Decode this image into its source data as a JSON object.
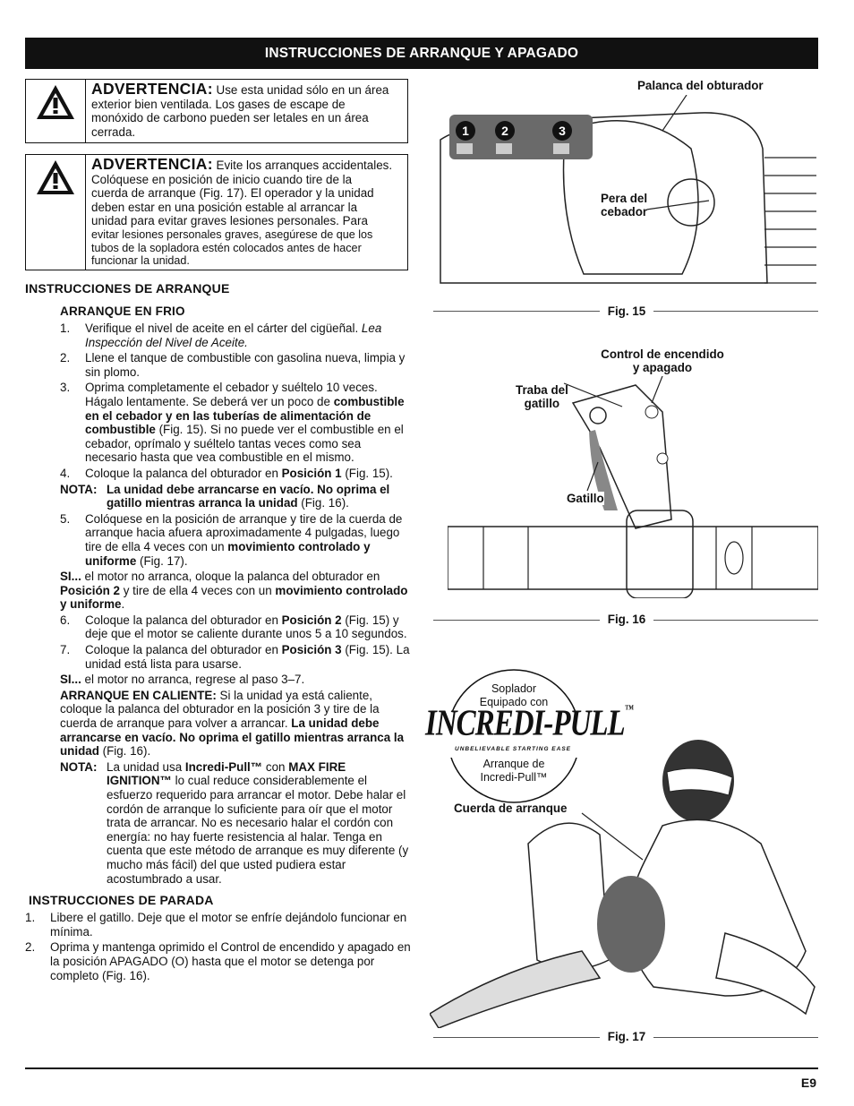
{
  "header": {
    "title": "INSTRUCCIONES DE ARRANQUE Y APAGADO"
  },
  "warning1": {
    "title": "ADVERTENCIA:",
    "text_first": " Use esta unidad sólo en un área",
    "lines": [
      "exterior bien ventilada. Los gases de escape de",
      "monóxido de carbono pueden ser letales en un área",
      "cerrada."
    ]
  },
  "warning2": {
    "title": "ADVERTENCIA:",
    "text_first": " Evite los arranques accidentales.",
    "lines": [
      "Colóquese en posición de inicio cuando tire de la",
      "cuerda de arranque (Fig. 17). El operador y la unidad",
      "deben estar en una posición estable al arrancar la",
      "unidad para evitar graves lesiones personales. Para"
    ],
    "small_lines": [
      "evitar lesiones personales graves, asegúrese de que los",
      "tubos de la sopladora estén colocados antes de hacer",
      "funcionar la unidad."
    ]
  },
  "section_start": {
    "title": "INSTRUCCIONES DE ARRANQUE"
  },
  "cold_start": {
    "title": "ARRANQUE EN FRIO",
    "items": [
      {
        "num": "1.",
        "text": "Verifique el nivel de aceite en el cárter del cigüeñal. ",
        "italic": "Lea Inspección del Nivel de Aceite."
      },
      {
        "num": "2.",
        "text": "Llene el tanque de combustible con gasolina nueva, limpia y sin plomo."
      },
      {
        "num": "3.",
        "text": "Oprima completamente el cebador y suéltelo 10 veces. Hágalo lentamente. Se deberá ver un poco de ",
        "bold": "combustible en el cebador y en las tuberías de alimentación de combustible",
        "rest": " (Fig. 15). Si no puede ver el combustible en el cebador, oprímalo y suéltelo tantas veces como sea necesario hasta que vea combustible en el mismo."
      },
      {
        "num": "4.",
        "text": "Coloque la palanca del obturador en ",
        "bold": "Posición 1",
        "rest": " (Fig. 15)."
      }
    ],
    "note1_label": "NOTA:",
    "note1_text": "La unidad debe arrancarse en vacío. No oprima el gatillo mientras arranca la unidad",
    "note1_rest": " (Fig. 16).",
    "item5": {
      "num": "5.",
      "text": "Colóquese en la posición de arranque y tire de la cuerda de arranque hacia afuera aproximadamente 4 pulgadas, luego tire de ella 4 veces con un ",
      "bold": "movimiento controlado y uniforme",
      "rest": " (Fig. 17)."
    },
    "si1": {
      "label": "SI...",
      "text": " el motor no arranca, oloque la palanca del obturador en ",
      "bold": "Posición 2",
      "mid": " y tire de ella 4 veces con un ",
      "bold2": "movimiento controlado y uniforme",
      "rest": "."
    },
    "item6": {
      "num": "6.",
      "text": "Coloque la palanca del obturador en ",
      "bold": "Posición 2",
      "rest": " (Fig. 15) y deje que el motor se caliente durante unos 5 a 10 segundos."
    },
    "item7": {
      "num": "7.",
      "text": "Coloque la palanca del obturador en ",
      "bold": "Posición 3",
      "rest": " (Fig. 15). La unidad está lista para usarse."
    },
    "si2": {
      "label": "SI...",
      "text": " el motor no arranca, regrese al paso 3–7."
    }
  },
  "warm_start": {
    "label": "ARRANQUE EN CALIENTE:",
    "text": " Si la unidad ya está caliente, coloque la palanca del obturador en la posición 3 y tire de la cuerda de arranque para volver a arrancar. ",
    "bold": "La unidad debe arrancarse en vacío. No oprima el gatillo mientras arranca la unidad",
    "rest": " (Fig. 16)."
  },
  "note2": {
    "label": "NOTA:",
    "text": "La unidad usa ",
    "bold1": "Incredi-Pull™",
    "mid": " con ",
    "bold2": "MAX FIRE IGNITION™",
    "rest": " lo cual reduce considerablemente el esfuerzo requerido para arrancar el motor. Debe halar el cordón de arranque lo suficiente para oír que el motor trata de arrancar. No es necesario halar el cordón con energía: no hay fuerte resistencia al halar. Tenga en cuenta que este método de arranque es muy diferente (y mucho más fácil) del que usted pudiera estar acostumbrado a usar."
  },
  "section_stop": {
    "title": "INSTRUCCIONES DE PARADA",
    "items": [
      {
        "num": "1.",
        "text": "Libere el gatillo. Deje que el motor se enfríe dejándolo funcionar en mínima."
      },
      {
        "num": "2.",
        "text": "Oprima y mantenga oprimido el Control de encendido y apagado en la posición APAGADO (O) hasta que el motor se detenga por completo (Fig. 16)."
      }
    ]
  },
  "fig15": {
    "caption": "Fig. 15",
    "callout_choke": "Palanca del obturador",
    "callout_primer": "Pera del\ncebador",
    "positions": [
      "1",
      "2",
      "3"
    ]
  },
  "fig16": {
    "caption": "Fig. 16",
    "callout_switch": "Control de encendido\ny apagado",
    "callout_lock": "Traba del\ngatillo",
    "callout_trigger": "Gatillo"
  },
  "fig17": {
    "caption": "Fig. 17",
    "badge_top": "Soplador\nEquipado con",
    "brand": "INCREDI-PULL",
    "brand_tm": "™",
    "tagline": "UNBELIEVABLE STARTING EASE",
    "badge_bottom": "Arranque de\nIncredi-Pull™",
    "callout_cord": "Cuerda de arranque"
  },
  "footer": {
    "page": "E9"
  }
}
